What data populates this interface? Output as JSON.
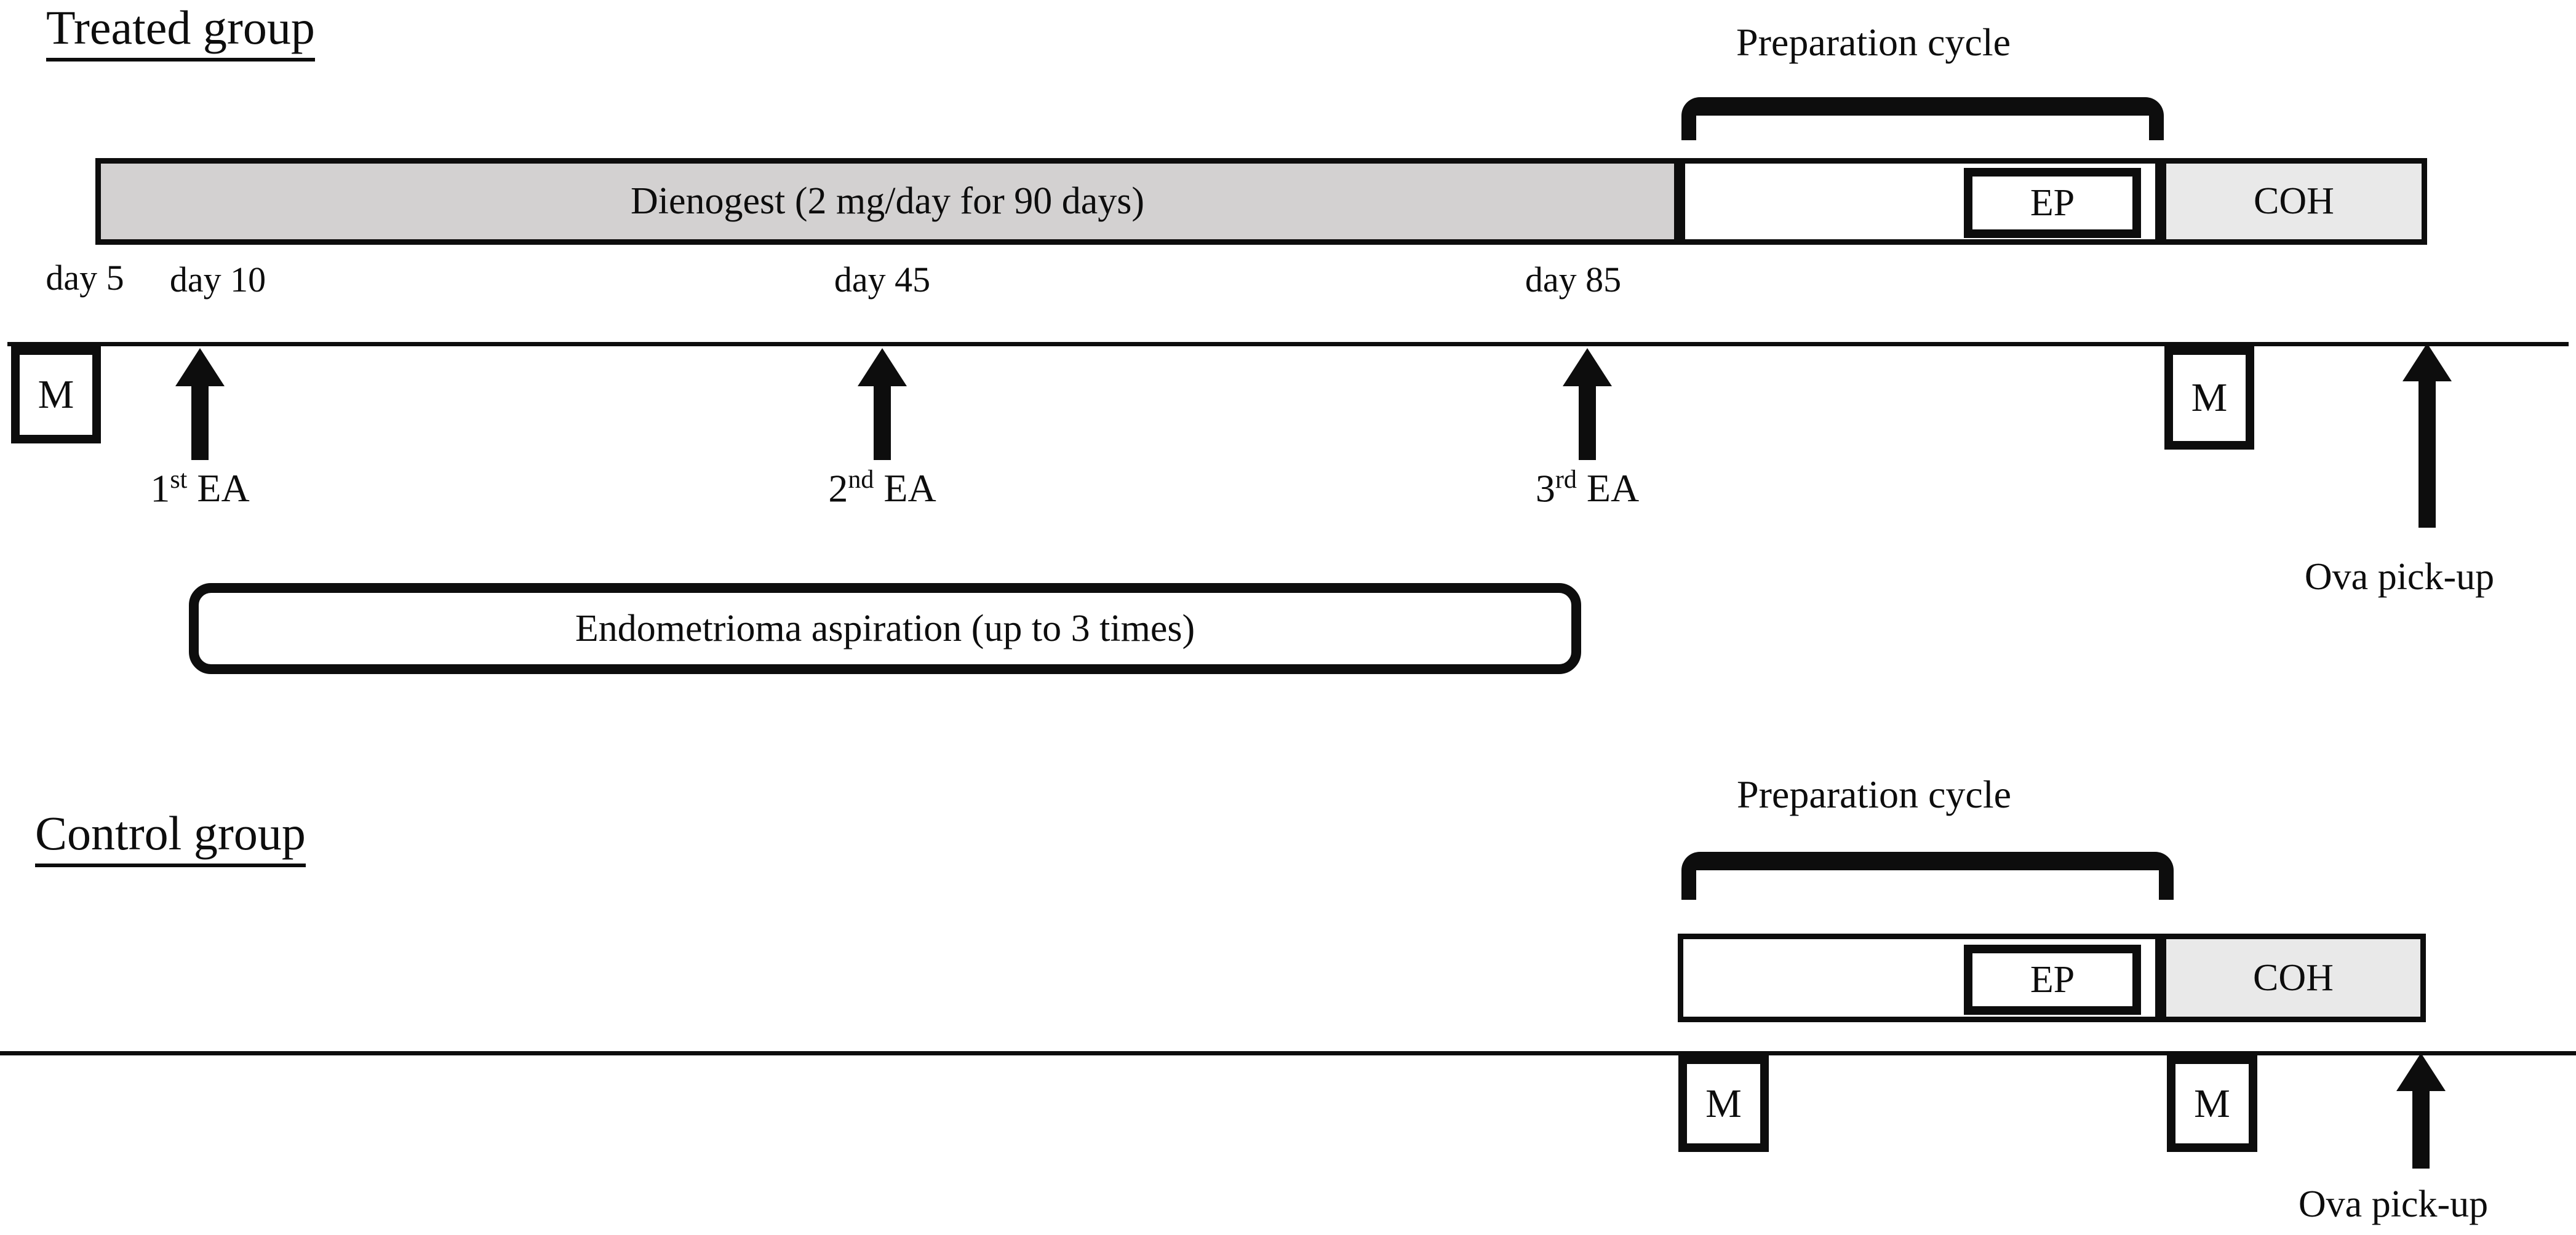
{
  "treated": {
    "title": "Treated group",
    "preparation_label": "Preparation cycle",
    "dienogest_bar_label": "Dienogest (2 mg/day for 90 days)",
    "ep_label": "EP",
    "coh_label": "COH",
    "menstruation_label": "M",
    "days": {
      "d5": "day 5",
      "d10": "day 10",
      "d45": "day 45",
      "d85": "day 85"
    },
    "ea_events": [
      {
        "ordinal": "1",
        "suffix": "st",
        "name": "EA"
      },
      {
        "ordinal": "2",
        "suffix": "nd",
        "name": "EA"
      },
      {
        "ordinal": "3",
        "suffix": "rd",
        "name": "EA"
      }
    ],
    "ova_pickup_label": "Ova pick-up",
    "endometrioma_label": "Endometrioma aspiration (up to 3 times)"
  },
  "control": {
    "title": "Control group",
    "preparation_label": "Preparation cycle",
    "ep_label": "EP",
    "coh_label": "COH",
    "menstruation_label": "M",
    "ova_pickup_label": "Ova pick-up"
  },
  "colors": {
    "ink": "#0d0d0d",
    "dienogest_fill": "#d3d1d1",
    "coh_fill": "#e9e9e9",
    "background": "#ffffff"
  }
}
